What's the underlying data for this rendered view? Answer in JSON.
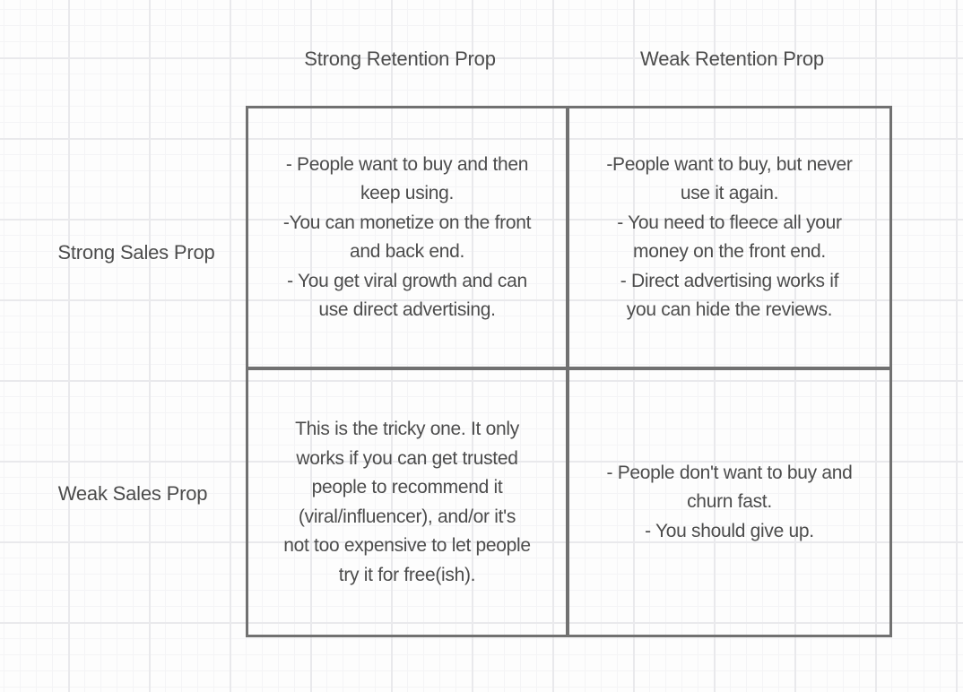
{
  "colors": {
    "background": "#fdfdfd",
    "grid_minor": "#f4f4f6",
    "grid_major": "#e9e9ec",
    "shape_border": "#717171",
    "text": "#4c4c4c"
  },
  "matrix": {
    "column_headers": [
      "Strong Retention Prop",
      "Weak Retention Prop"
    ],
    "row_headers": [
      "Strong Sales Prop",
      "Weak Sales Prop"
    ],
    "cells": {
      "strong_sales_strong_retention": "- People want to buy and then\nkeep using.\n-You can monetize on the front\nand back end.\n- You get viral growth and can\nuse direct advertising.",
      "strong_sales_weak_retention": "-People want to buy, but never\nuse it again.\n- You need to fleece all your\nmoney on the front end.\n- Direct advertising works if\nyou can hide the reviews.",
      "weak_sales_strong_retention": "This is the tricky one. It only\nworks if you can get trusted\npeople to recommend it\n(viral/influencer), and/or it's\nnot too expensive to let people\ntry it for free(ish).",
      "weak_sales_weak_retention": "- People don't want to buy and\nchurn fast.\n- You should give up."
    }
  }
}
